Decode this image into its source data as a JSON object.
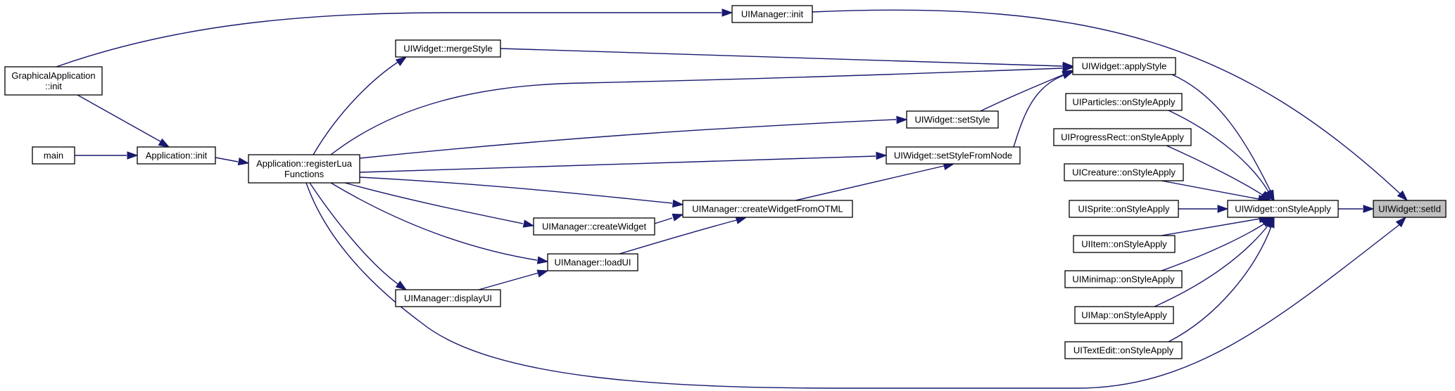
{
  "colors": {
    "edge": "#191970",
    "node_fill": "#ffffff",
    "node_border": "#000000",
    "highlight_fill": "#bfbfbf"
  },
  "nodes": {
    "uimanager_init": "UIManager::init",
    "uiwidget_mergestyle": "UIWidget::mergeStyle",
    "uiwidget_applystyle": "UIWidget::applyStyle",
    "graphicalapplication_init": [
      "GraphicalApplication",
      "::init"
    ],
    "uiparticles_onstyleapply": "UIParticles::onStyleApply",
    "uiwidget_setstyle": "UIWidget::setStyle",
    "uiprogressrect_onstyleapply": "UIProgressRect::onStyleApply",
    "main": "main",
    "application_init": "Application::init",
    "application_registerluafunctions": [
      "Application::registerLua",
      "Functions"
    ],
    "uiwidget_setstylefromnode": "UIWidget::setStyleFromNode",
    "uicreature_onstyleapply": "UICreature::onStyleApply",
    "uimanager_createwidgetfromotml": "UIManager::createWidgetFromOTML",
    "uisprite_onstyleapply": "UISprite::onStyleApply",
    "uiwidget_onstyleapply": "UIWidget::onStyleApply",
    "uiwidget_setid": "UIWidget::setId",
    "uimanager_createwidget": "UIManager::createWidget",
    "uiitem_onstyleapply": "UIItem::onStyleApply",
    "uimanager_loadui": "UIManager::loadUI",
    "uiminimap_onstyleapply": "UIMinimap::onStyleApply",
    "uimanager_displayui": "UIManager::displayUI",
    "uimap_onstyleapply": "UIMap::onStyleApply",
    "uitextedit_onstyleapply": "UITextEdit::onStyleApply"
  },
  "highlighted_node": "uiwidget_setid"
}
